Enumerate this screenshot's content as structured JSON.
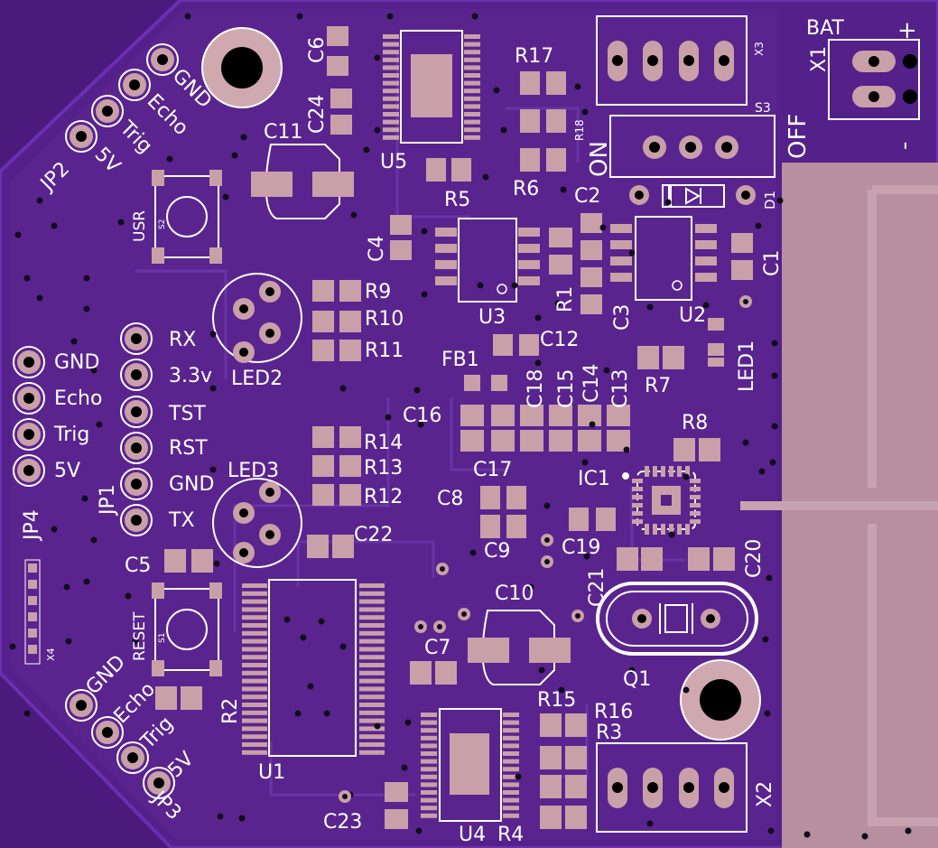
{
  "colors": {
    "board": "#54208a",
    "board_edge": "#6b2fb0",
    "silk": "#ffffff",
    "pad": "#c9a0a8",
    "antenna": "#b88f9f",
    "hole": "#000000",
    "via": "#120c1c"
  },
  "connector_labels": {
    "jp2": [
      "GND",
      "Echo",
      "Trig",
      "5V"
    ],
    "jp4": [
      "GND",
      "Echo",
      "Trig",
      "5V"
    ],
    "jp3": [
      "GND",
      "Echo",
      "Trig",
      "5V"
    ],
    "jp1": [
      "RX",
      "3.3v",
      "TST",
      "RST",
      "GND",
      "TX"
    ]
  },
  "designators": {
    "jp1": "JP1",
    "jp2": "JP2",
    "jp3": "JP3",
    "jp4": "JP4",
    "c1": "C1",
    "c2": "C2",
    "c3": "C3",
    "c4": "C4",
    "c5": "C5",
    "c6": "C6",
    "c7": "C7",
    "c8": "C8",
    "c9": "C9",
    "c10": "C10",
    "c11": "C11",
    "c12": "C12",
    "c13": "C13",
    "c14": "C14",
    "c15": "C15",
    "c16": "C16",
    "c17": "C17",
    "c18": "C18",
    "c19": "C19",
    "c20": "C20",
    "c21": "C21",
    "c22": "C22",
    "c23": "C23",
    "c24": "C24",
    "r1": "R1",
    "r2": "R2",
    "r3": "R3",
    "r4": "R4",
    "r5": "R5",
    "r6": "R6",
    "r7": "R7",
    "r8": "R8",
    "r9": "R9",
    "r10": "R10",
    "r11": "R11",
    "r12": "R12",
    "r13": "R13",
    "r14": "R14",
    "r15": "R15",
    "r16": "R16",
    "r17": "R17",
    "r18": "R18",
    "u1": "U1",
    "u2": "U2",
    "u3": "U3",
    "u4": "U4",
    "u5": "U5",
    "led1": "LED1",
    "led2": "LED2",
    "led3": "LED3",
    "fb1": "FB1",
    "ic1": "IC1",
    "q1": "Q1",
    "d1": "D1",
    "x1": "X1",
    "x2": "X2",
    "x3": "X3",
    "x4": "X4",
    "s2": "S2",
    "s3": "S3"
  },
  "switch_labels": {
    "usr": "USR",
    "reset": "RESET",
    "s1": "S1",
    "s2_small": "S2"
  },
  "power_labels": {
    "bat": "BAT",
    "plus": "+",
    "minus": "-",
    "on": "ON",
    "off": "OFF"
  }
}
